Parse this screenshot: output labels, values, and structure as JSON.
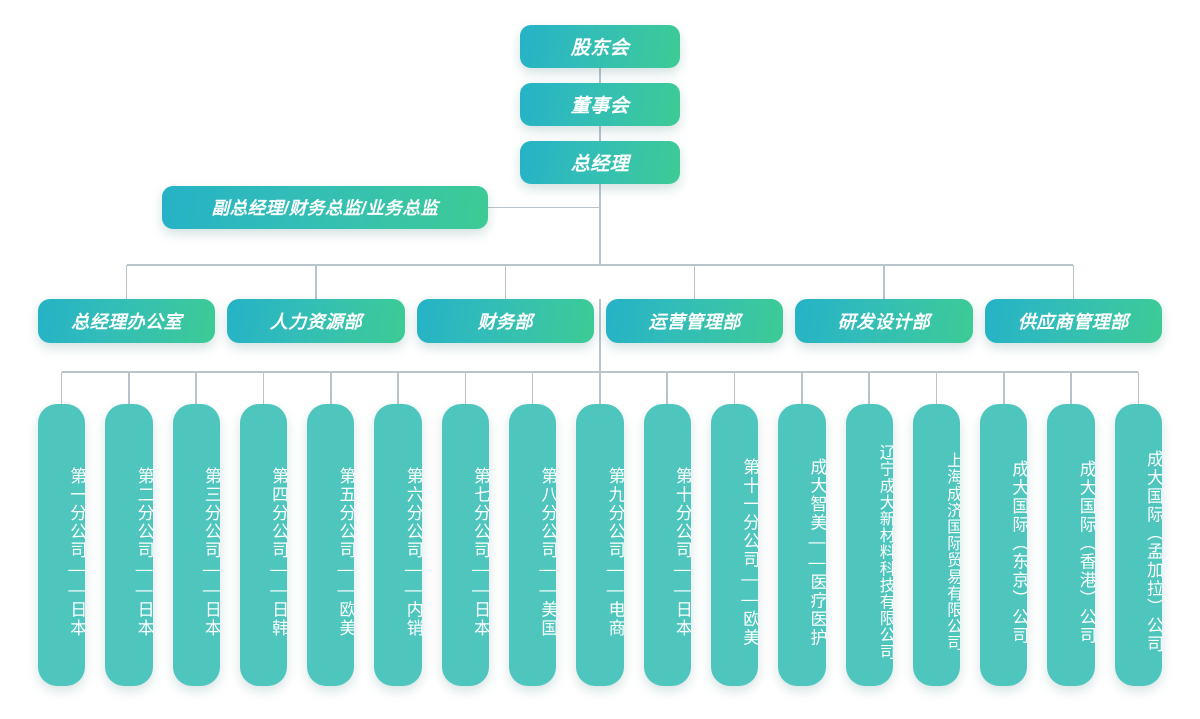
{
  "theme": {
    "background": "#ffffff",
    "gradient_start": "#25b2c6",
    "gradient_end": "#3dcb95",
    "branch_fill": "#4ec6bd",
    "connector_color": "#b9c3ca",
    "text_color": "#ffffff"
  },
  "top_chain": [
    {
      "id": "shareholders",
      "label": "股东会"
    },
    {
      "id": "board",
      "label": "董事会"
    },
    {
      "id": "gm",
      "label": "总经理"
    }
  ],
  "deputy": {
    "id": "deputy",
    "label": "副总经理/财务总监/业务总监"
  },
  "departments": [
    {
      "id": "gm-office",
      "label": "总经理办公室"
    },
    {
      "id": "hr",
      "label": "人力资源部"
    },
    {
      "id": "finance",
      "label": "财务部"
    },
    {
      "id": "operations",
      "label": "运营管理部"
    },
    {
      "id": "rnd",
      "label": "研发设计部"
    },
    {
      "id": "supplier",
      "label": "供应商管理部"
    }
  ],
  "branches": [
    {
      "id": "branch-01",
      "label": "第一分公司——日本"
    },
    {
      "id": "branch-02",
      "label": "第二分公司——日本"
    },
    {
      "id": "branch-03",
      "label": "第三分公司——日本"
    },
    {
      "id": "branch-04",
      "label": "第四分公司——日韩"
    },
    {
      "id": "branch-05",
      "label": "第五分公司——欧美"
    },
    {
      "id": "branch-06",
      "label": "第六分公司——内销"
    },
    {
      "id": "branch-07",
      "label": "第七分公司——日本"
    },
    {
      "id": "branch-08",
      "label": "第八分公司——美国"
    },
    {
      "id": "branch-09",
      "label": "第九分公司——电商"
    },
    {
      "id": "branch-10",
      "label": "第十分公司——日本"
    },
    {
      "id": "branch-11",
      "label": "第十一分公司——欧美"
    },
    {
      "id": "branch-12",
      "label": "成大智美——医疗医护"
    },
    {
      "id": "branch-13",
      "label": "辽宁成大新材料科技有限公司"
    },
    {
      "id": "branch-14",
      "label": "上海成济国际贸易有限公司"
    },
    {
      "id": "branch-15",
      "label": "成大国际（东京）公司"
    },
    {
      "id": "branch-16",
      "label": "成大国际（香港）公司"
    },
    {
      "id": "branch-17",
      "label": "成大国际（孟加拉）公司"
    }
  ]
}
